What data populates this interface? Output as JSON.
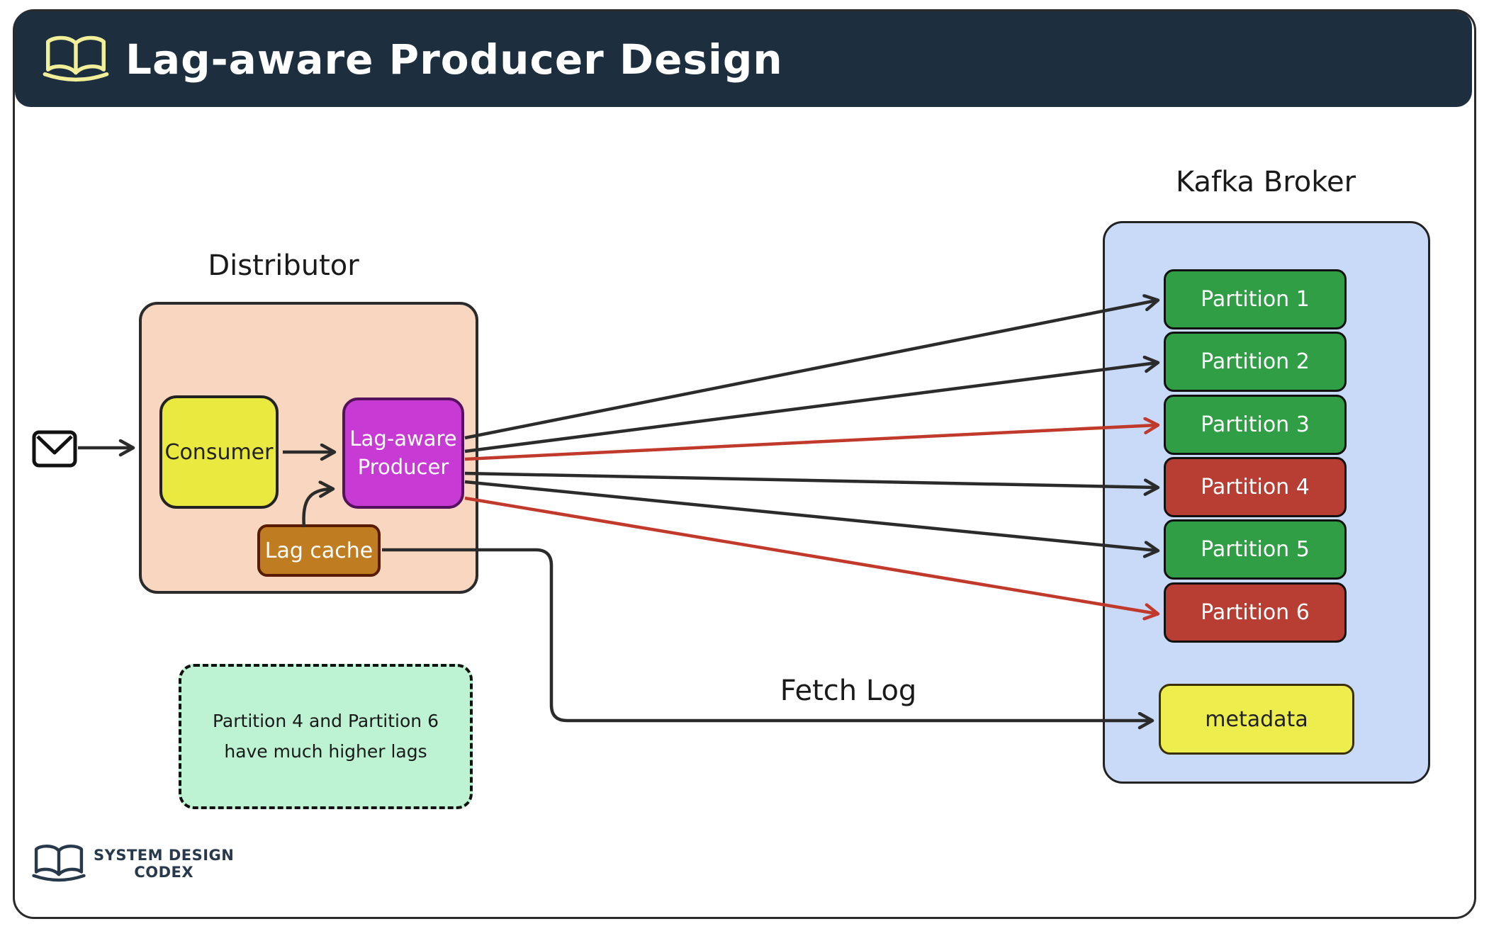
{
  "header": {
    "title": "Lag-aware Producer Design",
    "icon": "open-book-icon",
    "bg": "#1d2f3f",
    "icon_color": "#f2ef9a"
  },
  "distributor": {
    "title": "Distributor",
    "box_color": "#f8d6bf",
    "consumer": {
      "label": "Consumer",
      "color": "#e9e93f"
    },
    "producer": {
      "label_line1": "Lag-aware",
      "label_line2": "Producer",
      "color": "#c73bd4"
    },
    "lag_cache": {
      "label": "Lag cache",
      "color": "#bf7c20"
    },
    "input_icon": "envelope-icon"
  },
  "broker": {
    "title": "Kafka Broker",
    "box_color": "#c9daf8",
    "partitions": [
      {
        "label": "Partition 1",
        "color": "#2f9e44"
      },
      {
        "label": "Partition 2",
        "color": "#2f9e44"
      },
      {
        "label": "Partition 3",
        "color": "#2f9e44"
      },
      {
        "label": "Partition 4",
        "color": "#b83d33"
      },
      {
        "label": "Partition 5",
        "color": "#2f9e44"
      },
      {
        "label": "Partition 6",
        "color": "#b83d33"
      }
    ],
    "metadata": {
      "label": "metadata",
      "color": "#eded4e"
    }
  },
  "fetch_log": {
    "label": "Fetch Log"
  },
  "note": {
    "line1": "Partition 4 and Partition 6",
    "line2": "have much higher lags",
    "color": "#bdf2d2"
  },
  "arrows": {
    "normal_color": "#2b2b2b",
    "lagging_color": "#c0392b",
    "lagging_targets": [
      "Partition 3",
      "Partition 6"
    ]
  },
  "logo": {
    "line1": "SYSTEM DESIGN",
    "line2": "CODEX",
    "color": "#27394a"
  }
}
